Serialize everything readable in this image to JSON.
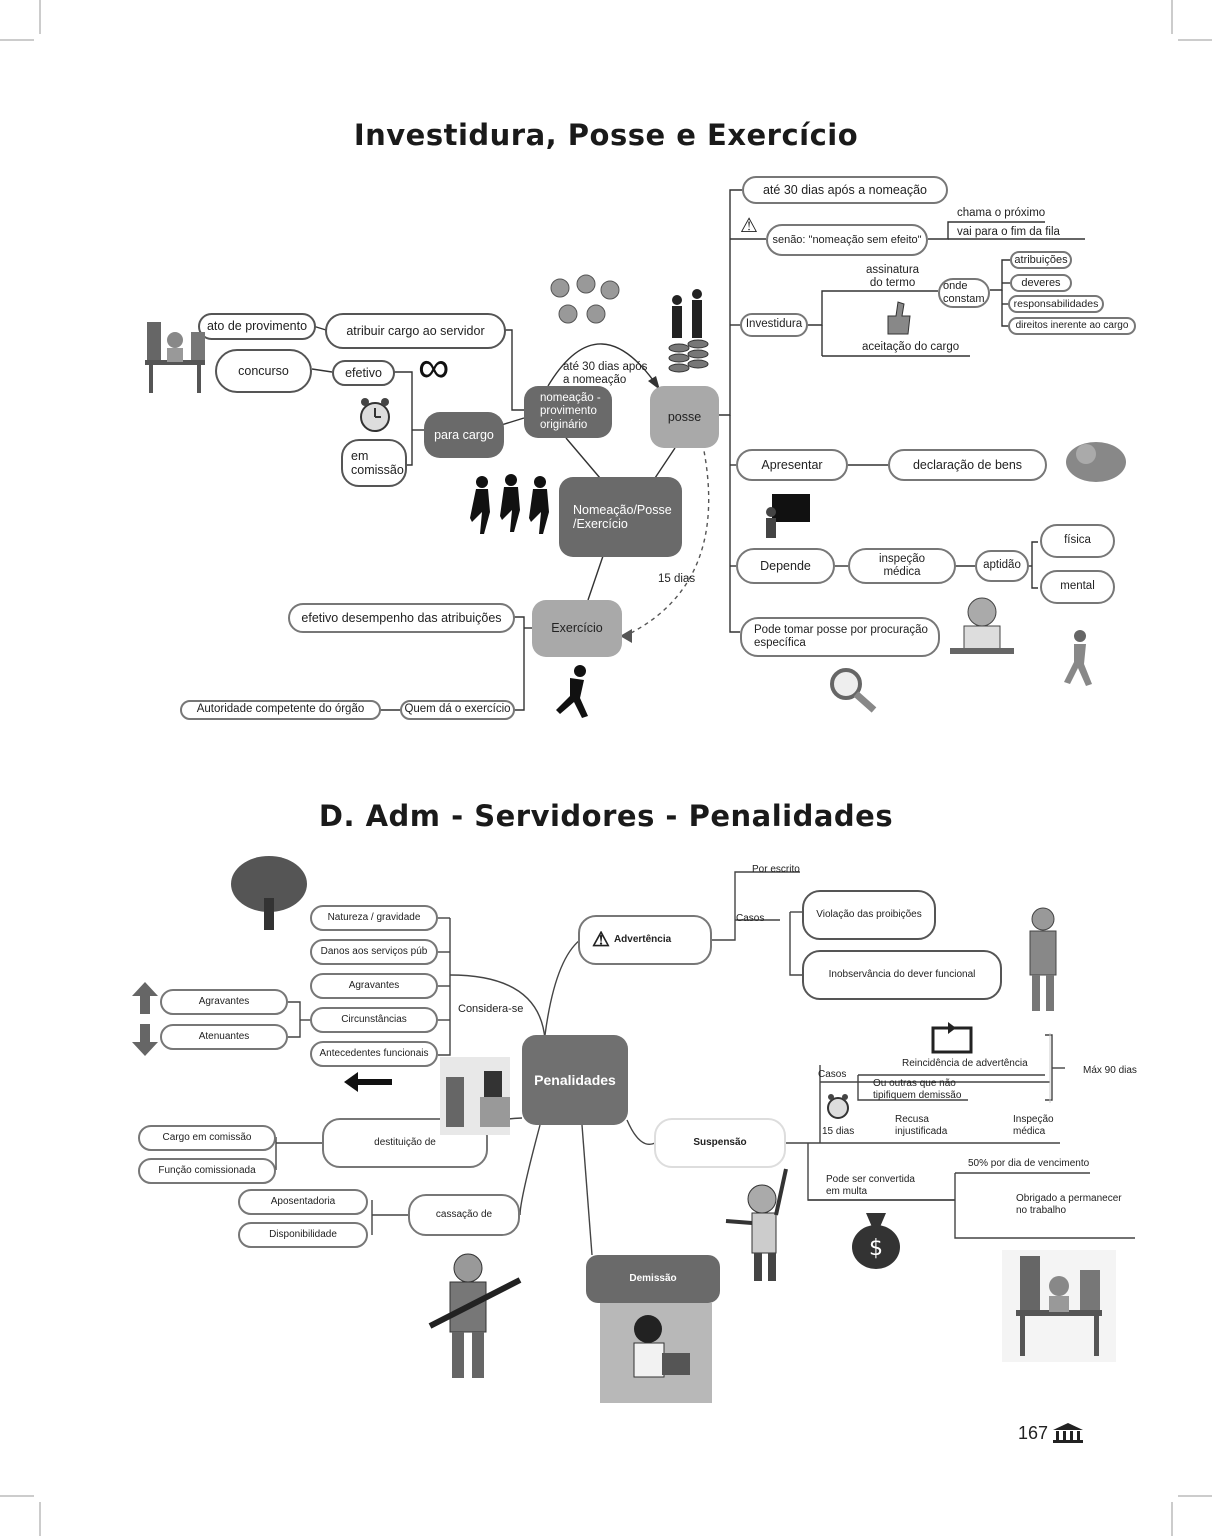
{
  "top": {
    "title": "Investidura, Posse e Exercício",
    "center": "Nomeação/Posse\n/Exercício",
    "nomeacao": "nomeação -\nprovimento\noriginário",
    "posse": "posse",
    "exercicio": "Exercício",
    "para_cargo": "para cargo",
    "ato_provimento": "ato de provimento",
    "atribuir": "atribuir cargo ao servidor",
    "concurso": "concurso",
    "efetivo": "efetivo",
    "em_comissao": "em\ncomissão",
    "ate30_apos": "até 30 dias após\na nomeação",
    "quinze_dias": "15 dias",
    "efetivo_desempenho": "efetivo desempenho das atribuições",
    "quem_da": "Quem dá o exercício",
    "autoridade": "Autoridade competente do órgão",
    "ate30_nomeacao": "até 30 dias após a nomeação",
    "senao": "senão: \"nomeação sem efeito\"",
    "chama": "chama o próximo",
    "vai_fim": "vai para o fim da fila",
    "investidura": "Investidura",
    "assinatura": "assinatura\ndo termo",
    "onde_constam": "onde\nconstam",
    "atribuicoes": "atribuições",
    "deveres": "deveres",
    "responsabilidades": "responsabilidades",
    "direitos": "direitos inerente ao cargo",
    "aceitacao": "aceitação do cargo",
    "apresentar": "Apresentar",
    "declaracao": "declaração de bens",
    "depende": "Depende",
    "inspecao": "inspeção\nmédica",
    "aptidao": "aptidão",
    "fisica": "física",
    "mental": "mental",
    "procuracao": "Pode tomar posse por procuração\nespecífica",
    "infinity": "∞"
  },
  "bottom": {
    "title": "D. Adm - Servidores - Penalidades",
    "center": "Penalidades",
    "advertencia": "Advertência",
    "por_escrito": "Por escrito",
    "casos": "Casos",
    "violacao": "Violação das proibições",
    "inobservancia": "Inobservância do dever funcional",
    "considera_se": "Considera-se",
    "natureza": "Natureza / gravidade",
    "danos": "Danos aos serviços púb",
    "agravantes": "Agravantes",
    "circunstancias": "Circunstâncias",
    "antecedentes": "Antecedentes funcionais",
    "agravantes_l": "Agravantes",
    "atenuantes_l": "Atenuantes",
    "destituicao": "destituição de",
    "cargo_comissao": "Cargo em comissão",
    "funcao_comissionada": "Função comissionada",
    "cassacao": "cassação de",
    "aposentadoria": "Aposentadoria",
    "disponibilidade": "Disponibilidade",
    "demissao": "Demissão",
    "suspensao": "Suspensão",
    "casos_s": "Casos",
    "reincidencia": "Reincidência de advertência",
    "ou_outras": "Ou outras que não\ntipifiquem demissão",
    "max90": "Máx 90 dias",
    "quinze": "15 dias",
    "recusa": "Recusa\ninjustificada",
    "inspecao_s": "Inspeção\nmédica",
    "cinquenta": "50% por dia de vencimento",
    "pode_convertida": "Pode ser convertida\nem multa",
    "obrigado": "Obrigado a permanecer\nno trabalho"
  },
  "page_number": "167"
}
